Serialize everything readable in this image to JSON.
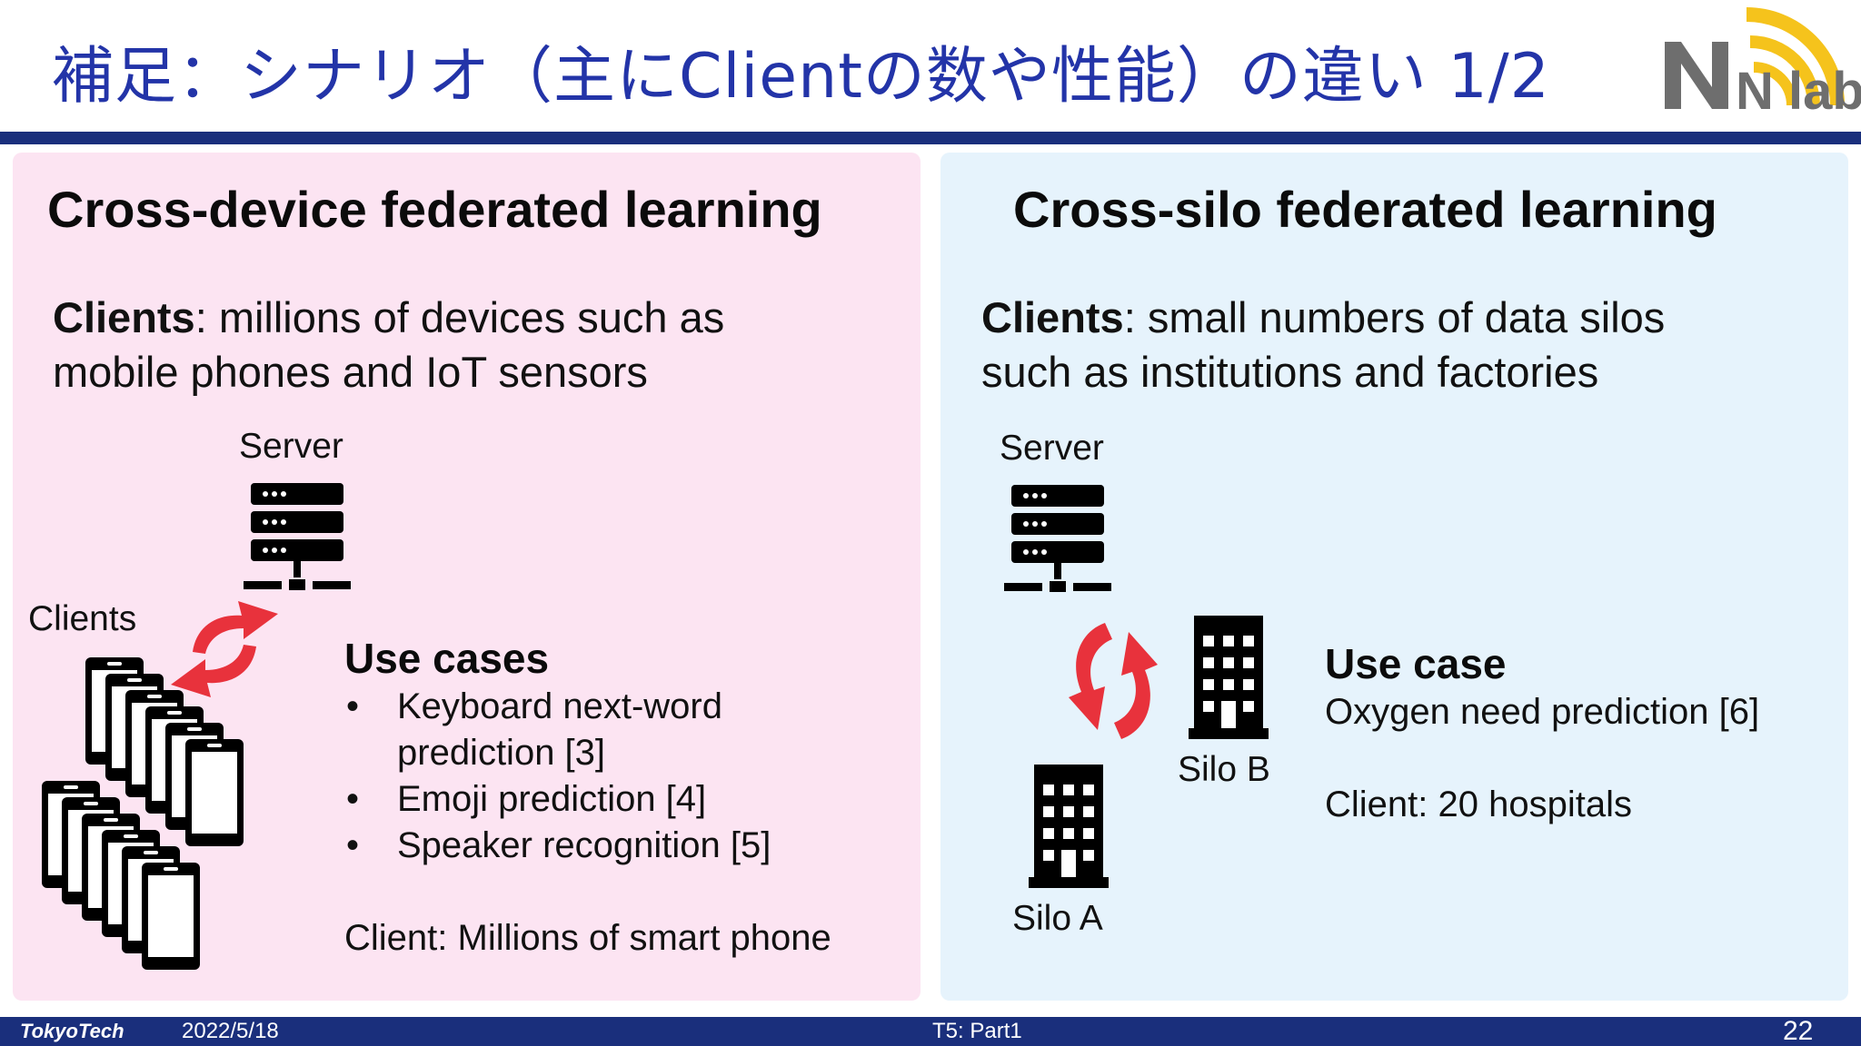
{
  "slide": {
    "title": "補足：シナリオ（主にClientの数や性能）の違い 1/2",
    "logo_text": "N lab"
  },
  "left": {
    "heading": "Cross-device federated learning",
    "clients_label": "Clients",
    "clients_desc_line1": ": millions of devices such as",
    "clients_desc_line2": "mobile phones and IoT sensors",
    "server_label": "Server",
    "devices_label": "Clients",
    "usecases_title": "Use cases",
    "usecases": [
      "Keyboard next-word",
      "prediction [3]",
      "Emoji prediction [4]",
      "Speaker recognition [5]"
    ],
    "client_note": "Client: Millions of smart phone"
  },
  "right": {
    "heading": "Cross-silo federated learning",
    "clients_label": "Clients",
    "clients_desc_line1": ": small numbers of data silos",
    "clients_desc_line2": "such as institutions and factories",
    "server_label": "Server",
    "silo_b_label": "Silo B",
    "silo_a_label": "Silo A",
    "usecase_title": "Use case",
    "usecase_item": "Oxygen need prediction [6]",
    "client_note": "Client: 20 hospitals"
  },
  "footer": {
    "org": "TokyoTech",
    "date": "2022/5/18",
    "session": "T5: Part1",
    "page": "22"
  },
  "colors": {
    "title_blue": "#2334a8",
    "bar_navy": "#1a2f7c",
    "left_panel": "#fce4f2",
    "right_panel": "#e6f3fc",
    "sync_red": "#e8323c",
    "logo_yellow": "#f5c31c",
    "logo_gray": "#6e6e6e"
  },
  "icons": [
    "server-icon",
    "sync-arrows-icon",
    "smartphone-icon",
    "building-icon"
  ]
}
